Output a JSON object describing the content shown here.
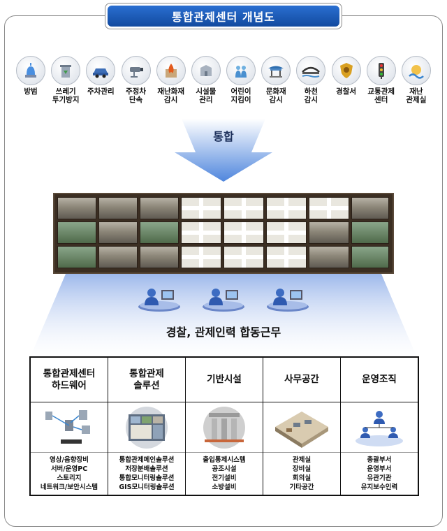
{
  "title": "통합관제센터 개념도",
  "icons": [
    {
      "label": "방범",
      "icon": "siren-icon"
    },
    {
      "label": "쓰레기\n투기방지",
      "icon": "trash-bin-icon"
    },
    {
      "label": "주차관리",
      "icon": "car-icon"
    },
    {
      "label": "주정차\n단속",
      "icon": "cctv-camera-icon"
    },
    {
      "label": "재난화재\n감시",
      "icon": "fire-icon"
    },
    {
      "label": "시설물\n관리",
      "icon": "facility-icon"
    },
    {
      "label": "어린이\n지킴이",
      "icon": "children-icon"
    },
    {
      "label": "문화재\n감시",
      "icon": "heritage-gate-icon"
    },
    {
      "label": "하천\n감시",
      "icon": "bridge-icon"
    },
    {
      "label": "경찰서",
      "icon": "police-badge-icon"
    },
    {
      "label": "교통관제\n센터",
      "icon": "traffic-light-icon"
    },
    {
      "label": "재난\n관제실",
      "icon": "disaster-icon"
    }
  ],
  "merge_label": "통합",
  "cooperation_label": "경찰, 관제인력 합동근무",
  "columns": [
    {
      "header": "통합관제센터\n하드웨어",
      "image": "network-hardware-icon",
      "items": [
        "영상/음향장비",
        "서버/운영PC",
        "스토리지",
        "네트워크/보안시스템"
      ]
    },
    {
      "header": "통합관제\n솔루션",
      "image": "solution-screens-icon",
      "items": [
        "통합관제메인솔루션",
        "저장분배솔루션",
        "통합모니터링솔루션",
        "GIS모니터링솔루션"
      ]
    },
    {
      "header": "기반시설",
      "image": "infrastructure-icon",
      "items": [
        "출입통제시스템",
        "공조시설",
        "전기설비",
        "소방설비"
      ]
    },
    {
      "header": "사무공간",
      "image": "office-space-icon",
      "items": [
        "관제실",
        "장비실",
        "회의실",
        "기타공간"
      ]
    },
    {
      "header": "운영조직",
      "image": "organization-icon",
      "items": [
        "총괄부서",
        "운영부서",
        "유관기관",
        "유지보수인력"
      ]
    }
  ],
  "colors": {
    "title_blue": "#1a57b8",
    "arrow_blue": "#5b8fe0",
    "beam_blue": "#aac3ef"
  }
}
